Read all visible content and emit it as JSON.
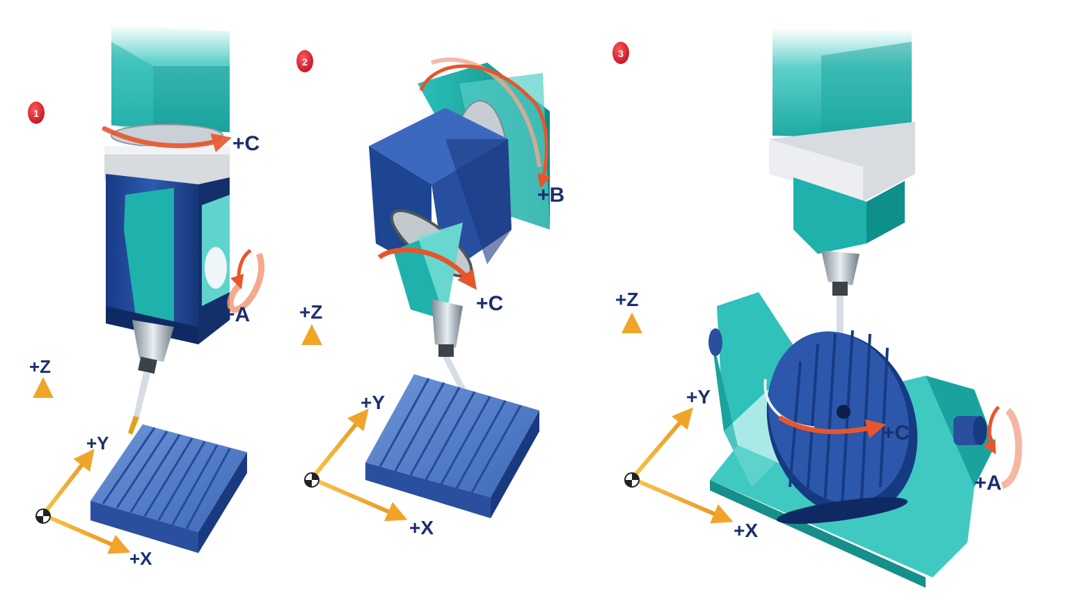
{
  "colors": {
    "teal": "#1fb5ae",
    "teal_light": "#7fe0dc",
    "teal_dark": "#0e7f7a",
    "blue": "#2a4f9e",
    "blue_dark": "#143071",
    "blue_light": "#5e8ad1",
    "gray_band": "#d6d9de",
    "arrow_red": "#e8552b",
    "axis_gold": "#f2b233",
    "badge_red": "#d8192a",
    "label_navy": "#1a2f6e"
  },
  "panels": [
    {
      "badge": "1",
      "rotation_labels": [
        "+C",
        "+A"
      ],
      "axis_labels": {
        "z": "+Z",
        "y": "+Y",
        "x": "+X"
      }
    },
    {
      "badge": "2",
      "rotation_labels": [
        "+B",
        "+C"
      ],
      "axis_labels": {
        "z": "+Z",
        "y": "+Y",
        "x": "+X"
      }
    },
    {
      "badge": "3",
      "rotation_labels": [
        "+C",
        "+A"
      ],
      "axis_labels": {
        "z": "+Z",
        "y": "+Y",
        "x": "+X"
      }
    }
  ]
}
